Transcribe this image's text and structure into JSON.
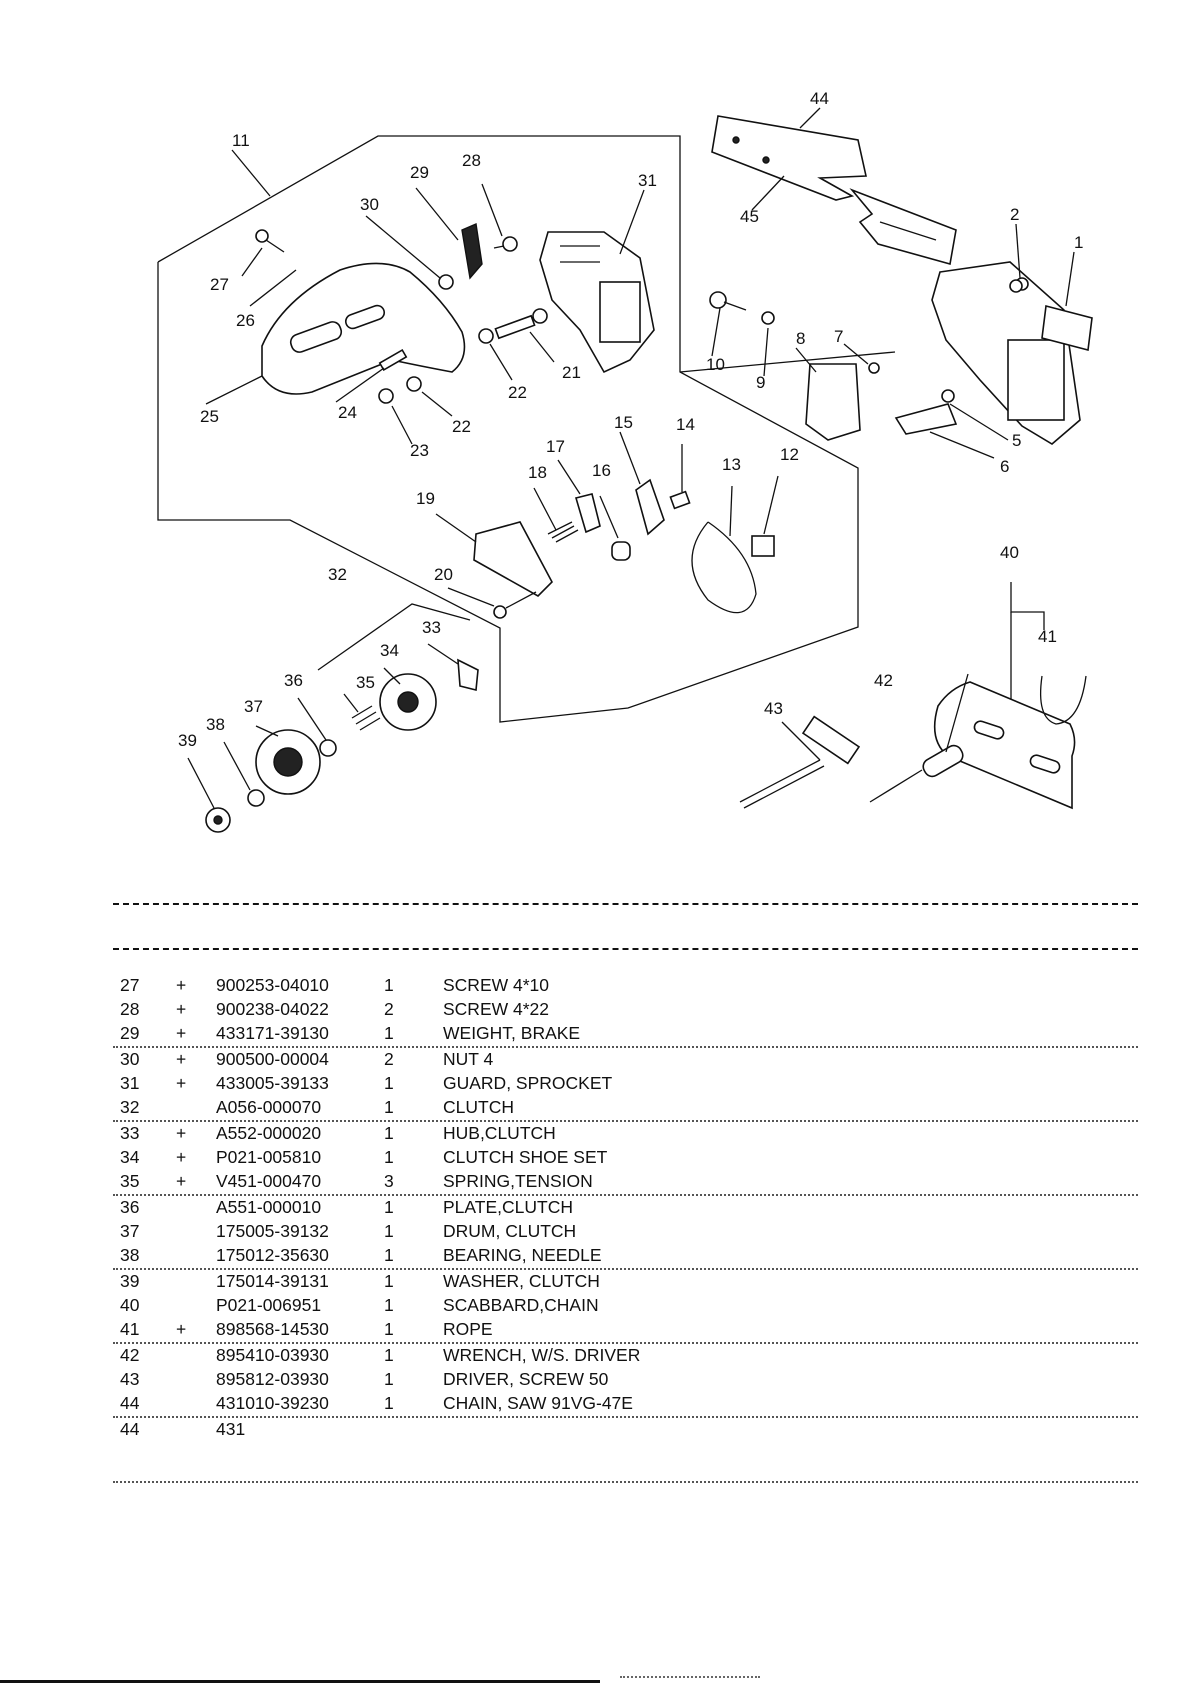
{
  "diagram": {
    "callouts": [
      "1",
      "2",
      "5",
      "6",
      "7",
      "8",
      "9",
      "10",
      "11",
      "12",
      "13",
      "14",
      "15",
      "16",
      "17",
      "18",
      "19",
      "20",
      "21",
      "22",
      "22",
      "23",
      "24",
      "25",
      "26",
      "27",
      "28",
      "29",
      "30",
      "31",
      "32",
      "33",
      "34",
      "35",
      "36",
      "37",
      "38",
      "39",
      "40",
      "41",
      "42",
      "43",
      "44",
      "45"
    ]
  },
  "parts_list": {
    "rows": [
      {
        "no": "27",
        "mark": "+",
        "part": "900253-04010",
        "qty": "1",
        "desc": "SCREW 4*10",
        "sep": false
      },
      {
        "no": "28",
        "mark": "+",
        "part": "900238-04022",
        "qty": "2",
        "desc": "SCREW 4*22",
        "sep": false
      },
      {
        "no": "29",
        "mark": "+",
        "part": "433171-39130",
        "qty": "1",
        "desc": "WEIGHT, BRAKE",
        "sep": true
      },
      {
        "no": "30",
        "mark": "+",
        "part": "900500-00004",
        "qty": "2",
        "desc": "NUT  4",
        "sep": false
      },
      {
        "no": "31",
        "mark": "+",
        "part": "433005-39133",
        "qty": "1",
        "desc": "GUARD, SPROCKET",
        "sep": false
      },
      {
        "no": "32",
        "mark": "",
        "part": "A056-000070",
        "qty": "1",
        "desc": "CLUTCH",
        "sep": true
      },
      {
        "no": "33",
        "mark": "+",
        "part": "A552-000020",
        "qty": "1",
        "desc": "HUB,CLUTCH",
        "sep": false
      },
      {
        "no": "34",
        "mark": "+",
        "part": "P021-005810",
        "qty": "1",
        "desc": "CLUTCH SHOE SET",
        "sep": false
      },
      {
        "no": "35",
        "mark": "+",
        "part": "V451-000470",
        "qty": "3",
        "desc": "SPRING,TENSION",
        "sep": true
      },
      {
        "no": "36",
        "mark": "",
        "part": "A551-000010",
        "qty": "1",
        "desc": "PLATE,CLUTCH",
        "sep": false
      },
      {
        "no": "37",
        "mark": "",
        "part": "175005-39132",
        "qty": "1",
        "desc": "DRUM, CLUTCH",
        "sep": false
      },
      {
        "no": "38",
        "mark": "",
        "part": "175012-35630",
        "qty": "1",
        "desc": "BEARING, NEEDLE",
        "sep": true
      },
      {
        "no": "39",
        "mark": "",
        "part": "175014-39131",
        "qty": "1",
        "desc": "WASHER, CLUTCH",
        "sep": false
      },
      {
        "no": "40",
        "mark": "",
        "part": "P021-006951",
        "qty": "1",
        "desc": "SCABBARD,CHAIN",
        "sep": false
      },
      {
        "no": "41",
        "mark": "+",
        "part": "898568-14530",
        "qty": "1",
        "desc": "ROPE",
        "sep": true
      },
      {
        "no": "42",
        "mark": "",
        "part": "895410-03930",
        "qty": "1",
        "desc": "WRENCH, W/S. DRIVER",
        "sep": false
      },
      {
        "no": "43",
        "mark": "",
        "part": "895812-03930",
        "qty": "1",
        "desc": "DRIVER, SCREW  50",
        "sep": false
      },
      {
        "no": "44",
        "mark": "",
        "part": "431010-39230",
        "qty": "1",
        "desc": "CHAIN, SAW  91VG-47E",
        "sep": true
      },
      {
        "no": "44",
        "mark": "",
        "part": "431",
        "qty": "",
        "desc": "",
        "sep": false
      }
    ]
  }
}
